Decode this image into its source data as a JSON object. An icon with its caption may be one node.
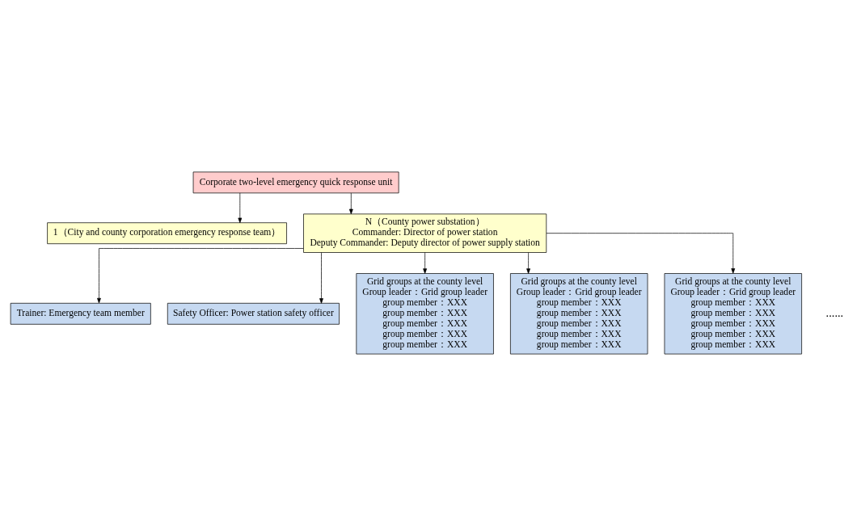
{
  "diagram": {
    "nodes": [
      {
        "text": [
          "Corporate two-level emergency quick response unit"
        ]
      },
      {
        "text": [
          "1（City and county corporation emergency response team）"
        ]
      },
      {
        "text": [
          "N（County power substation）",
          "Commander: Director of power station",
          "Deputy Commander: Deputy director of power supply station"
        ]
      },
      {
        "text": [
          "Trainer: Emergency team member"
        ]
      },
      {
        "text": [
          "Safety Officer: Power station safety officer"
        ]
      },
      {
        "text": [
          "Grid groups at the county level",
          "Group leader：Grid group leader",
          "group member：XXX",
          "group member：XXX",
          "group member：XXX",
          "group member：XXX",
          "group member：XXX"
        ]
      },
      {
        "text": [
          "Grid groups at the county level",
          "Group leader：Grid group leader",
          "group member：XXX",
          "group member：XXX",
          "group member：XXX",
          "group member：XXX",
          "group member：XXX"
        ]
      },
      {
        "text": [
          "Grid groups at the county level",
          "Group leader：Grid group leader",
          "group member：XXX",
          "group member：XXX",
          "group member：XXX",
          "group member：XXX",
          "group member：XXX"
        ]
      }
    ],
    "edges": [
      {
        "from": 0,
        "to": 1,
        "arrow": "to"
      },
      {
        "from": 0,
        "to": 2,
        "arrow": "to"
      },
      {
        "from": 2,
        "to": 3,
        "arrow": "to"
      },
      {
        "from": 2,
        "to": 4,
        "arrow": "to"
      },
      {
        "from": 2,
        "to": 5,
        "arrow": "to"
      },
      {
        "from": 2,
        "to": 6,
        "arrow": "to"
      },
      {
        "from": 2,
        "to": 7,
        "arrow": "to"
      }
    ],
    "labels": [
      "......"
    ]
  }
}
